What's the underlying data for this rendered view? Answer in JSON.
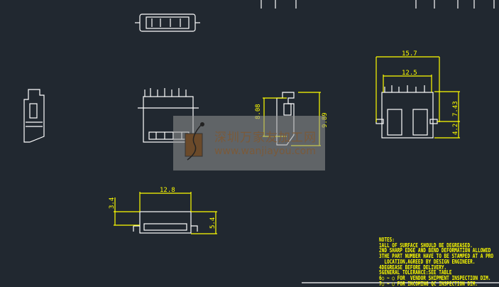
{
  "dimensions": {
    "right_width_outer": "15.7",
    "right_width_inner": "12.5",
    "right_height_upper": "7.43",
    "right_height_lower": "4.2",
    "side_height_left": "8.08",
    "side_height_right": "9.89",
    "bottom_width": "12.8",
    "bottom_height_left": "3.4",
    "bottom_height_right": "5.4"
  },
  "watermark": {
    "chinese": "深圳万家友加工网",
    "url": "www.wanjiayou.com"
  },
  "notes": {
    "title": "NOTES:",
    "lines": [
      "1ALL OF SURFACE SHOULD BE DEGREASED.",
      "2ND SHARP EDGE AND BEND DEFORMATION ALLOWED",
      "3THE PART NUMBER HAVE TO BE STAMPED AT A PRO",
      "  LOCATION,AGREED BY DESIGN ENGINEER.",
      "4DEGREASE BEFORE DELIVERY.",
      "5GENERAL TOLERANCE:SEE TABLE",
      "6○ ~ ○ FOR  VENDOR SHIPMENT INSPECTION DIM.",
      "7○ ~ ○ FOR INCOMING QC INSPECTION DIM."
    ]
  }
}
